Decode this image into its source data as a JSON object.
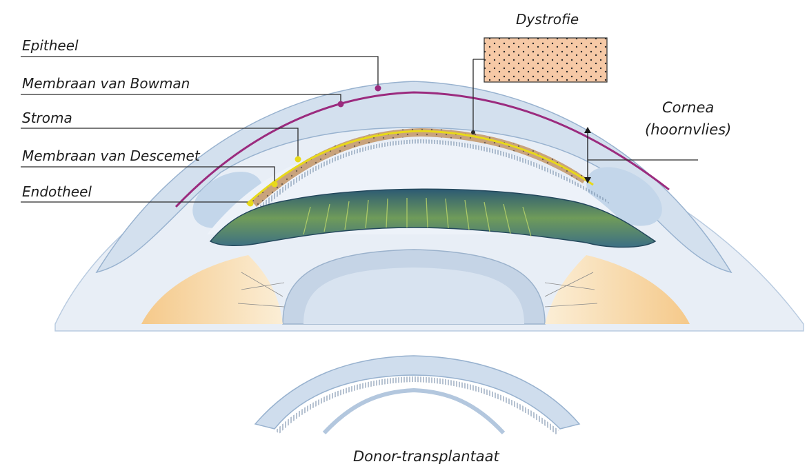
{
  "labels": {
    "epitheel": "Epitheel",
    "bowman": "Membraan van Bowman",
    "stroma": "Stroma",
    "descemet": "Membraan van Descemet",
    "endotheel": "Endotheel",
    "dystrofie": "Dystrofie",
    "cornea_line1": "Cornea",
    "cornea_line2": "(hoornvlies)",
    "donor": "Donor-transplantaat"
  },
  "colors": {
    "cornea": "#dbe6f2",
    "cornea_edge": "#9fb7d2",
    "bowman_membrane": "#9b2b7e",
    "descemet_membrane": "#e8d91a",
    "dystrophy_fill": "#f6c9a6",
    "iris": "#3f6d80",
    "iris_highlight": "#9fc15a",
    "sclera_tissue": "#f2d9a8",
    "lens": "#c5d4e6"
  },
  "icons": {
    "cornea_thickness": "double-arrow-icon"
  }
}
